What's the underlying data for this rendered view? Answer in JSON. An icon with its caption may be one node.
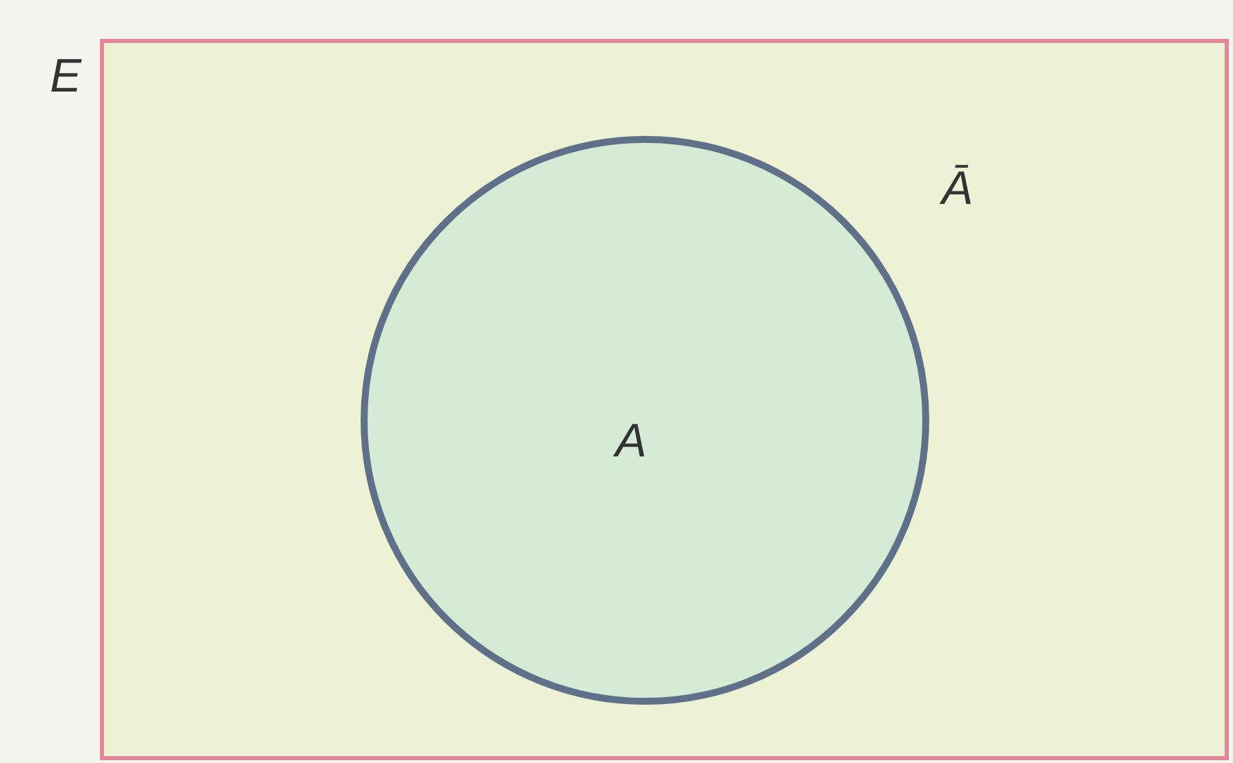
{
  "diagram": {
    "nodes": [
      {
        "text": [
          "E",
          "Ā"
        ]
      },
      {
        "text": [
          "A"
        ],
        "in": 0
      }
    ]
  }
}
